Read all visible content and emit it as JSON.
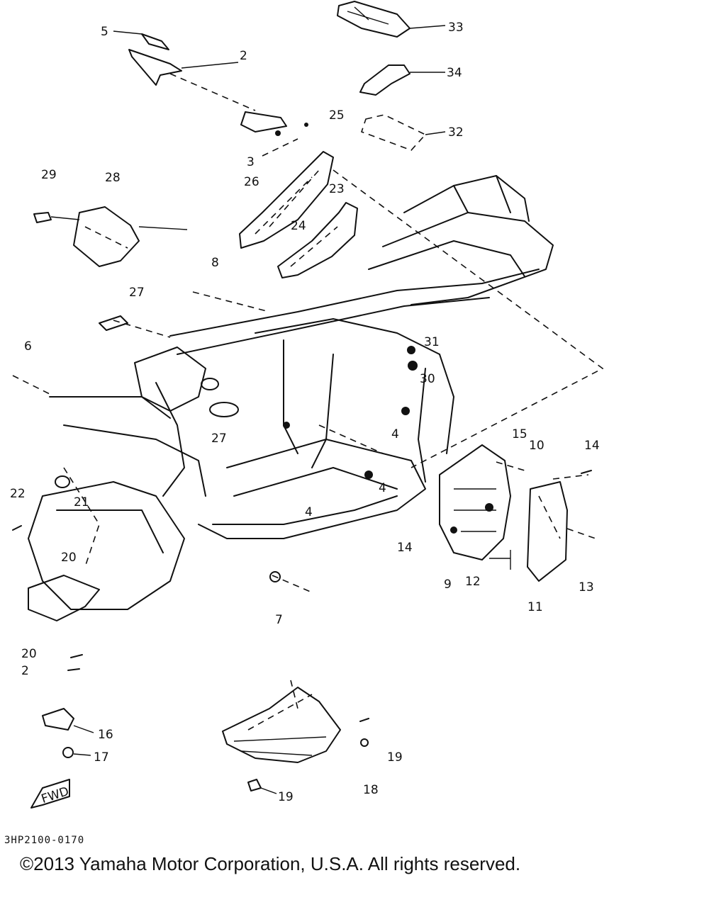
{
  "diagram": {
    "labels": [
      "5",
      "2",
      "33",
      "34",
      "25",
      "32",
      "3",
      "26",
      "23",
      "29",
      "28",
      "24",
      "8",
      "27",
      "31",
      "6",
      "30",
      "4",
      "15",
      "10",
      "14",
      "27",
      "4",
      "22",
      "21",
      "4",
      "14",
      "20",
      "9",
      "12",
      "13",
      "11",
      "7",
      "20",
      "2",
      "16",
      "17",
      "19",
      "19",
      "18"
    ],
    "fwd_badge": "FWD",
    "code": "3HP2100-0170"
  },
  "footer": {
    "copyright": "©2013 Yamaha Motor Corporation, U.S.A. All rights reserved."
  }
}
